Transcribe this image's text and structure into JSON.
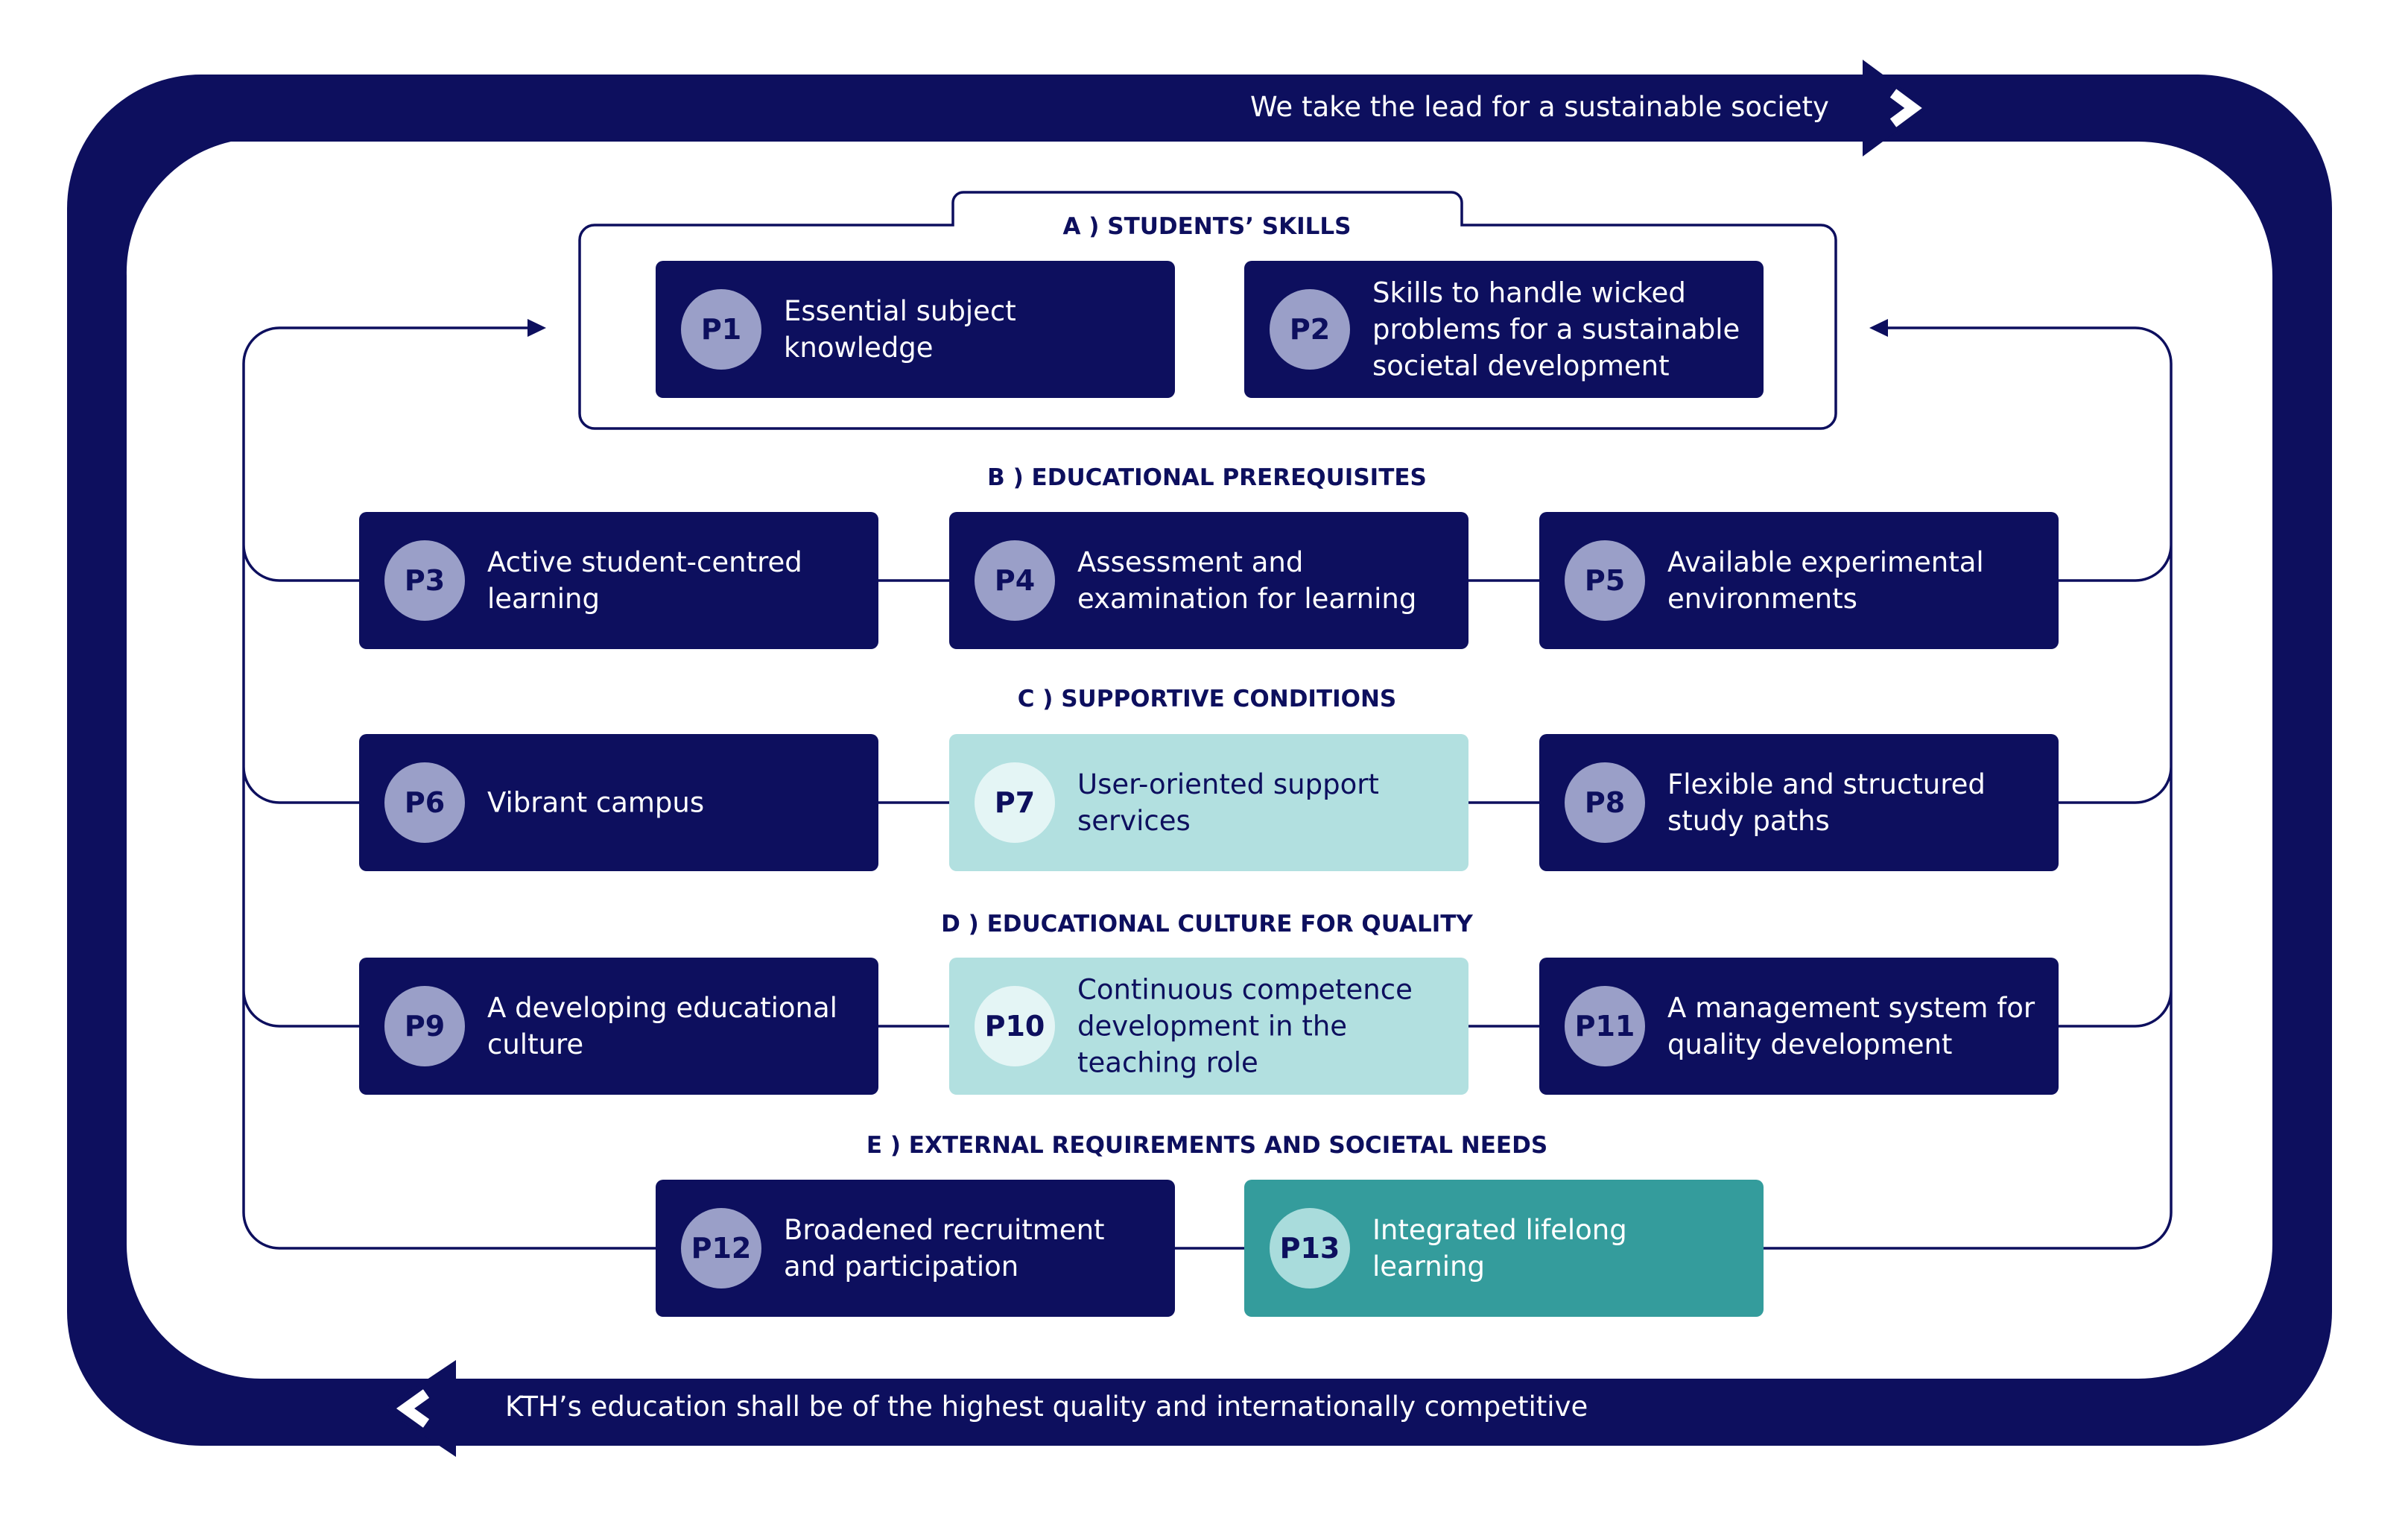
{
  "outer_loop": {
    "top_text": "We take the lead for a sustainable society",
    "bottom_text": "KTH’s education shall be of the highest quality and internationally competitive"
  },
  "sections": [
    {
      "id": "A",
      "label": "A )  STUDENTS’ SKILLS"
    },
    {
      "id": "B",
      "label": "B )  EDUCATIONAL PREREQUISITES"
    },
    {
      "id": "C",
      "label": "C )  SUPPORTIVE CONDITIONS"
    },
    {
      "id": "D",
      "label": "D )  EDUCATIONAL CULTURE FOR QUALITY"
    },
    {
      "id": "E",
      "label": "E )  EXTERNAL REQUIREMENTS AND SOCIETAL NEEDS"
    }
  ],
  "priorities": [
    {
      "code": "P1",
      "text": "Essential subject knowledge",
      "style": "dark"
    },
    {
      "code": "P2",
      "text": "Skills to handle wicked problems for a sustainable societal development",
      "style": "dark"
    },
    {
      "code": "P3",
      "text": "Active student-centred learning",
      "style": "dark"
    },
    {
      "code": "P4",
      "text": "Assessment and examination for learning",
      "style": "dark"
    },
    {
      "code": "P5",
      "text": "Available experimental environments",
      "style": "dark"
    },
    {
      "code": "P6",
      "text": "Vibrant campus",
      "style": "dark"
    },
    {
      "code": "P7",
      "text": "User-oriented support services",
      "style": "light"
    },
    {
      "code": "P8",
      "text": "Flexible and structured study paths",
      "style": "dark"
    },
    {
      "code": "P9",
      "text": "A developing educational culture",
      "style": "dark"
    },
    {
      "code": "P10",
      "text": "Continuous competence development in the teaching role",
      "style": "light"
    },
    {
      "code": "P11",
      "text": "A management system for quality development",
      "style": "dark"
    },
    {
      "code": "P12",
      "text": "Broadened recruitment and participation",
      "style": "dark"
    },
    {
      "code": "P13",
      "text": "Integrated lifelong learning",
      "style": "teal"
    }
  ],
  "colors": {
    "navy": "#0d0f5e",
    "light_teal": "#b2e0e0",
    "teal": "#349c9c",
    "circle_on_navy": "#9a9fc8"
  }
}
